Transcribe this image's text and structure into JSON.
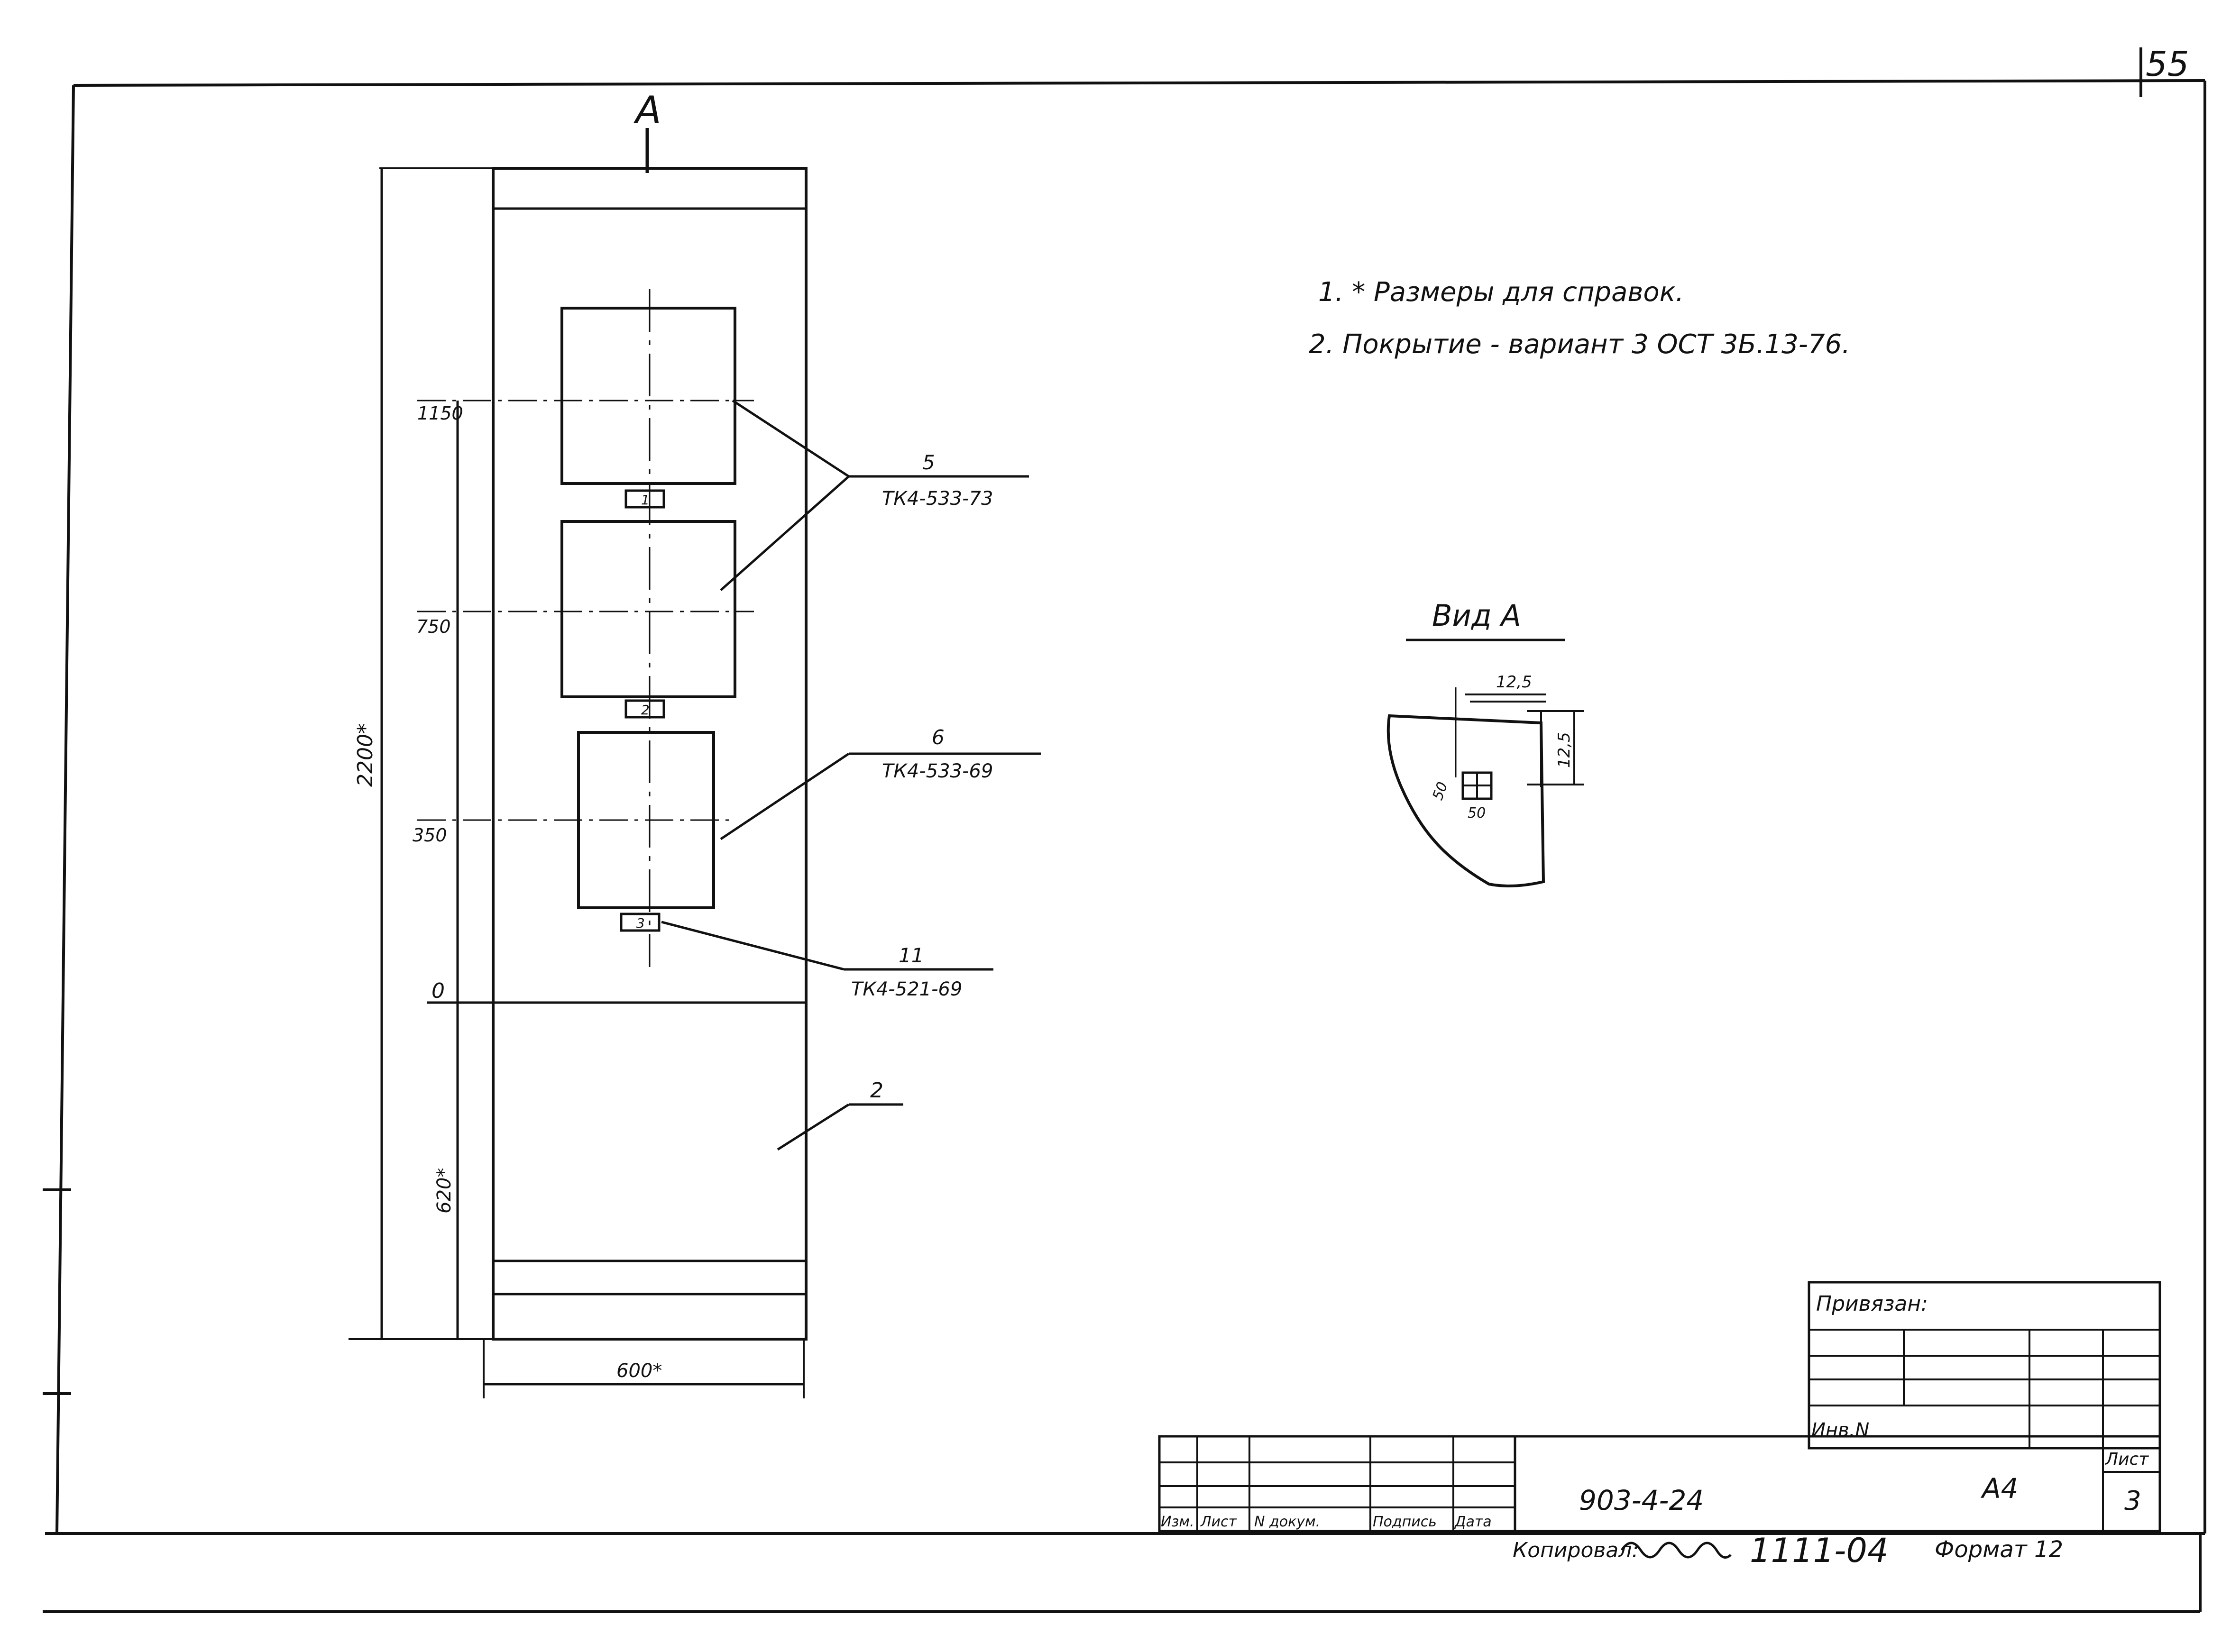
{
  "page_number": "55",
  "view_marker": "А",
  "notes": [
    "1. * Размеры для справок.",
    "2. Покрытие - вариант 3 ОСТ 3Б.13-76."
  ],
  "dimensions": {
    "overall_height": "2200*",
    "lower_height": "620*",
    "width": "600*",
    "level_1150": "1150",
    "level_750": "750",
    "level_350": "350",
    "level_0": "0"
  },
  "callouts": [
    {
      "item": "5",
      "ref": "ТК4-533-73"
    },
    {
      "item": "6",
      "ref": "ТК4-533-69"
    },
    {
      "item": "11",
      "ref": "ТК4-521-69"
    },
    {
      "item": "2",
      "ref": ""
    }
  ],
  "small_labels": [
    "1",
    "2",
    "3"
  ],
  "view_a": {
    "title": "Вид А",
    "dim_h": "12,5",
    "dim_v": "12,5",
    "dim_small_v": "50",
    "dim_small_h": "50"
  },
  "title_block": {
    "privyazan": "Привязан:",
    "inv_no": "Инв.N",
    "col_headers": [
      "Изм.",
      "Лист",
      "N докум.",
      "Подпись",
      "Дата"
    ],
    "designation": "903-4-24",
    "format_code": "А4",
    "sheet_label": "Лист",
    "sheet_no": "3",
    "copied_by": "Копировал:",
    "copy_no": "1111-04",
    "format": "Формат 12"
  }
}
